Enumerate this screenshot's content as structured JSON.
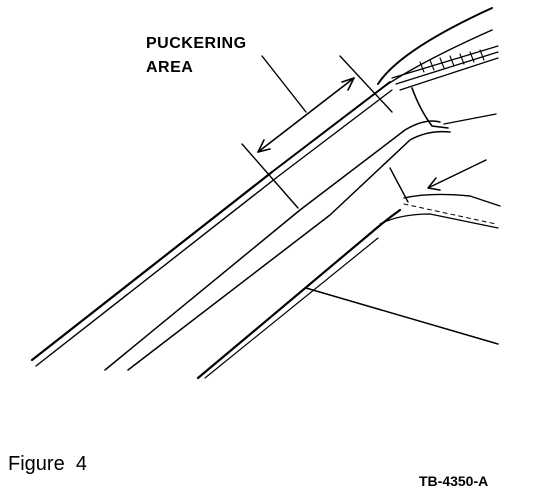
{
  "callout": {
    "lines": [
      "PUCKERING",
      "AREA"
    ]
  },
  "caption": {
    "label": "Figure",
    "number": "4"
  },
  "figure_code": "TB-4350-A"
}
